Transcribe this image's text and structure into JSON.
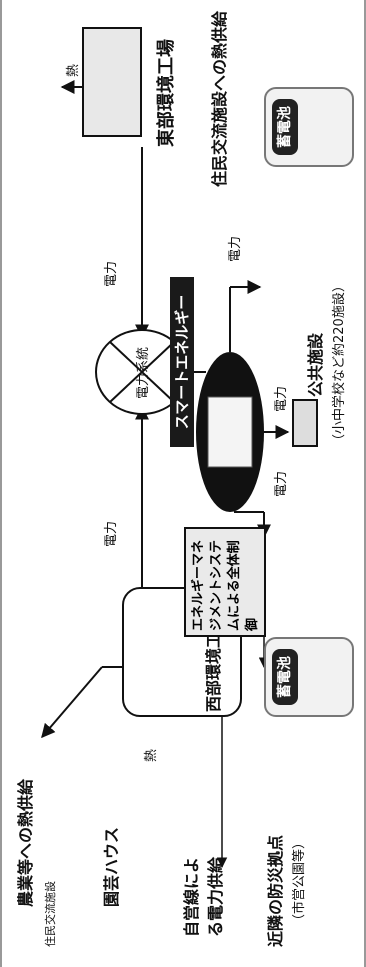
{
  "labels": {
    "east_plant": "東部環境工場",
    "west_plant": "西部環境工場",
    "power_system": "電力系統",
    "smart_energy": "スマートエネルギー",
    "ems": "エネルギーマネジメントシステムによる全体制御",
    "public_facilities": "公共施設",
    "public_facilities_note": "（小中学校など約220施設）",
    "battery": "蓄電池",
    "power": "電力",
    "heat": "熱",
    "heat_supply_residents": "住民交流施設への熱供給",
    "heat_supply_agri": "農業等への熱供給",
    "agri_house": "園芸ハウス",
    "disaster_point": "近隣の防災拠点",
    "disaster_point_note": "（市営公園等）",
    "private_line_supply": "自営線による電力供給",
    "resident_exchange": "住民交流施設"
  }
}
